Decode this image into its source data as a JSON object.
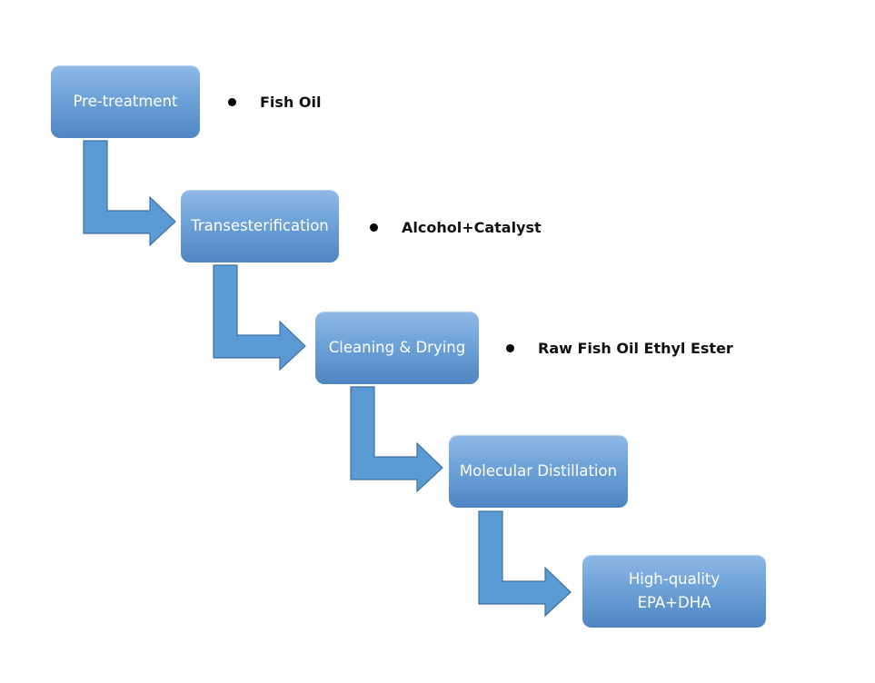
{
  "steps": [
    {
      "label": "Pre-treatment"
    },
    {
      "label": "Transesterification"
    },
    {
      "label": "Cleaning & Drying"
    },
    {
      "label": "Molecular Distillation"
    },
    {
      "label": "High-quality\nEPA+DHA"
    }
  ],
  "notes": [
    {
      "text": "Fish Oil"
    },
    {
      "text": "Alcohol+Catalyst"
    },
    {
      "text": "Raw Fish Oil Ethyl Ester"
    }
  ],
  "colors": {
    "box_top": "#8fb9e6",
    "box_bottom": "#4f86c2",
    "arrow_fill": "#5b9bd5",
    "arrow_stroke": "#41719c",
    "note_text": "#111111"
  }
}
